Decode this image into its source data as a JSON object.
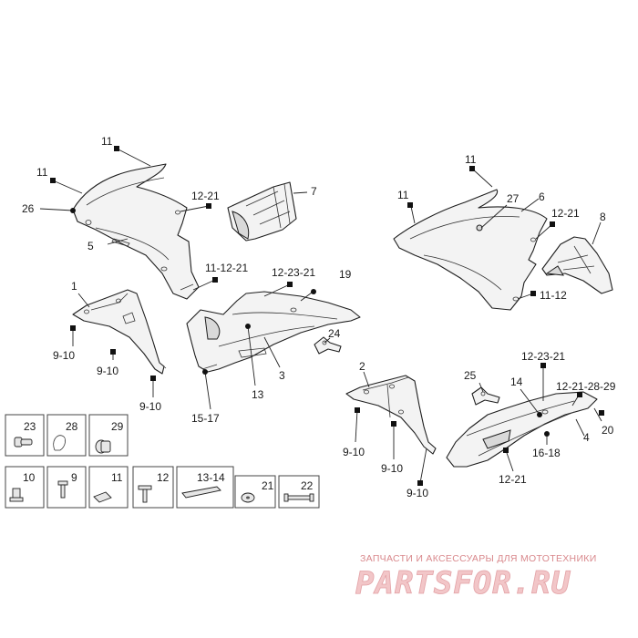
{
  "callouts": {
    "c11_top": "11",
    "c11_left": "11",
    "c26": "26",
    "c12_21_a": "12-21",
    "c5": "5",
    "c7": "7",
    "c11_12_21": "11-12-21",
    "c12_23_21_a": "12-23-21",
    "c19": "19",
    "c1": "1",
    "c9_10_a": "9-10",
    "c9_10_b": "9-10",
    "c9_10_c": "9-10",
    "c24": "24",
    "c3": "3",
    "c13": "13",
    "c15_17": "15-17",
    "c11_r_top": "11",
    "c11_r_left": "11",
    "c27": "27",
    "c6": "6",
    "c12_21_b": "12-21",
    "c8": "8",
    "c11_12": "11-12",
    "c2": "2",
    "c9_10_d": "9-10",
    "c9_10_e": "9-10",
    "c9_10_f": "9-10",
    "c12_23_21_b": "12-23-21",
    "c25": "25",
    "c14": "14",
    "c12_21_28_29": "12-21-28-29",
    "c20": "20",
    "c4": "4",
    "c16_18": "16-18",
    "c12_21_c": "12-21"
  },
  "hardware": [
    {
      "id": "23",
      "icon": "rubber-grommet-icon"
    },
    {
      "id": "28",
      "icon": "wire-clip-icon"
    },
    {
      "id": "29",
      "icon": "bushing-icon"
    },
    {
      "id": "10",
      "icon": "spacer-icon"
    },
    {
      "id": "9",
      "icon": "screw-icon"
    },
    {
      "id": "11",
      "icon": "clip-nut-icon"
    },
    {
      "id": "12",
      "icon": "bolt-icon"
    },
    {
      "id": "13-14",
      "icon": "adhesive-strip-icon"
    },
    {
      "id": "21",
      "icon": "washer-icon"
    },
    {
      "id": "22",
      "icon": "bracket-icon"
    }
  ],
  "brand": {
    "subtitle": "ЗАПЧАСТИ И АКСЕССУАРЫ ДЛЯ МОТОТЕХНИКИ",
    "logo": "PARTSFOR.RU"
  }
}
